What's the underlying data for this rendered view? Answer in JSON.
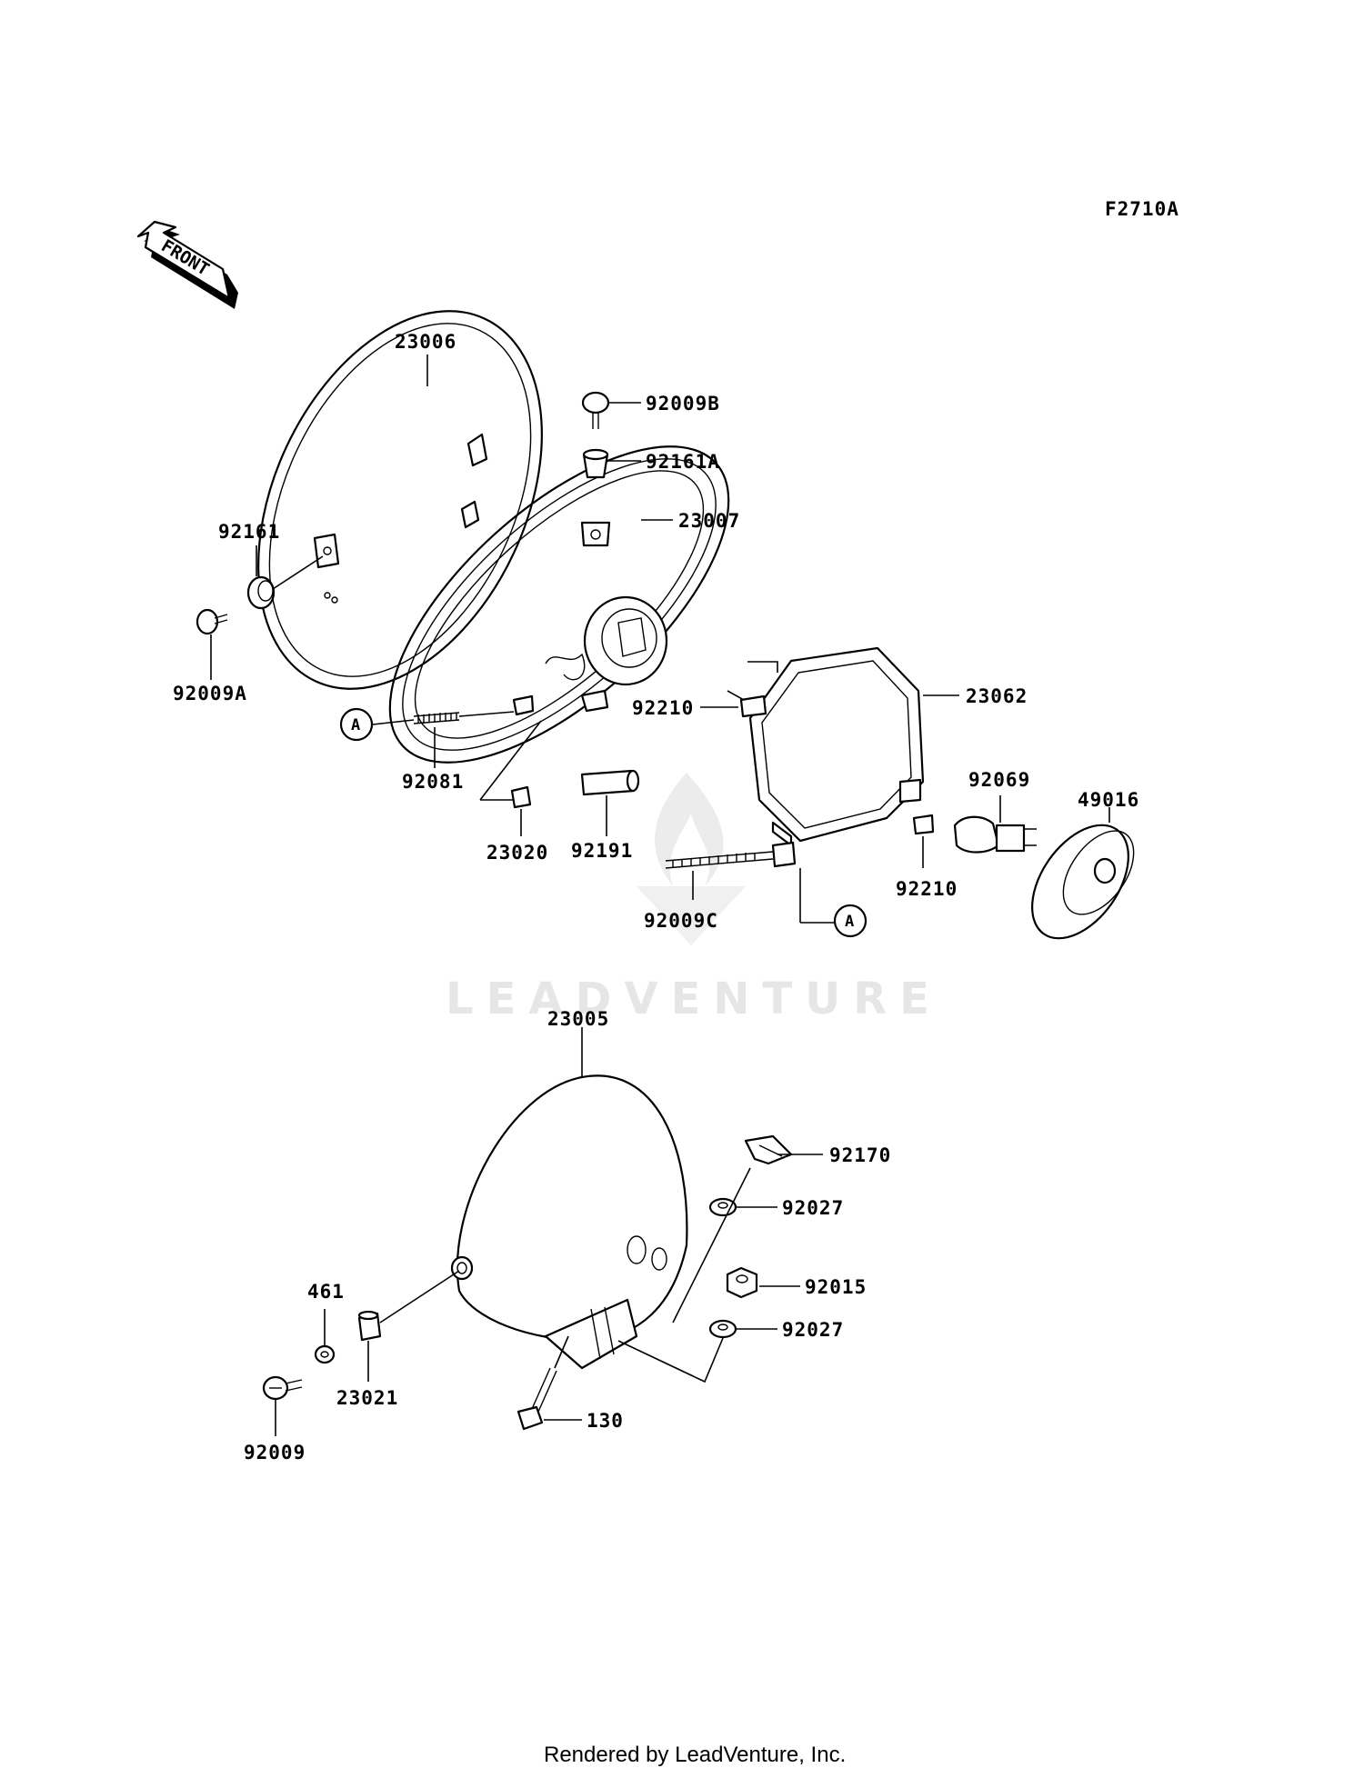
{
  "figure_code": "F2710A",
  "front_arrow_label": "FRONT",
  "watermark": "LEADVENTURE",
  "footer": "Rendered by LeadVenture, Inc.",
  "reference_marker": "A",
  "parts": {
    "rim": "23006",
    "screw_rim_top": "92009B",
    "grommet_top": "92161A",
    "unit_reflector": "23007",
    "grommet_rim": "92161",
    "screw_rim": "92009A",
    "adjust_screw": "92081",
    "clip": "23020",
    "collar": "92191",
    "nut_upper": "92210",
    "bracket": "23062",
    "bulb": "92069",
    "bulb_cover": "49016",
    "nut_lower": "92210",
    "screw_bracket": "92009C",
    "housing": "23005",
    "bracket_clip": "92170",
    "washer_upper": "92027",
    "nut_housing": "92015",
    "washer_lower": "92027",
    "collar_housing": "461",
    "damper": "23021",
    "screw_housing": "92009",
    "bolt": "130"
  }
}
